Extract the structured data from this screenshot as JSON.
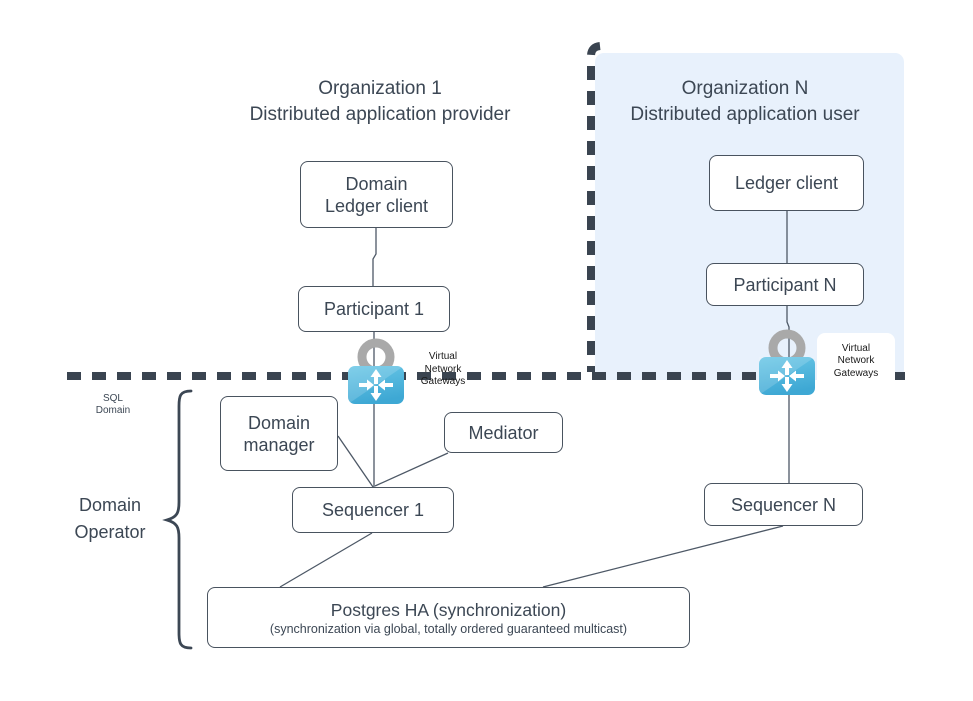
{
  "regions": {
    "org1": {
      "title": "Organization 1",
      "subtitle": "Distributed application provider"
    },
    "orgN": {
      "title": "Organization N",
      "subtitle": "Distributed application user"
    },
    "sql_domain_label": "SQL\nDomain",
    "domain_operator_label": "Domain\nOperator"
  },
  "nodes": {
    "domain_ledger_client": {
      "label": "Domain\nLedger client"
    },
    "participant_1": {
      "label": "Participant 1"
    },
    "ledger_client_n": {
      "label": "Ledger client"
    },
    "participant_n": {
      "label": "Participant N"
    },
    "domain_manager": {
      "label": "Domain\nmanager"
    },
    "mediator": {
      "label": "Mediator"
    },
    "sequencer_1": {
      "label": "Sequencer 1"
    },
    "sequencer_n": {
      "label": "Sequencer N"
    },
    "postgres_ha": {
      "title": "Postgres HA (synchronization)",
      "subtitle": "(synchronization via global, totally ordered guaranteed multicast)"
    }
  },
  "gateway_labels": {
    "left": "Virtual\nNetwork\nGateways",
    "right": "Virtual\nNetwork\nGateways"
  },
  "colors": {
    "panel_blue": "#e8f1fc",
    "dashed_boundary": "#3a4450",
    "box_border": "#49535f",
    "text": "#3c4754",
    "connector": "#4d5866",
    "gateway_body_top": "#68c6e6",
    "gateway_body_bottom": "#3ea8d4",
    "gateway_shackle": "#a9a9a9"
  }
}
